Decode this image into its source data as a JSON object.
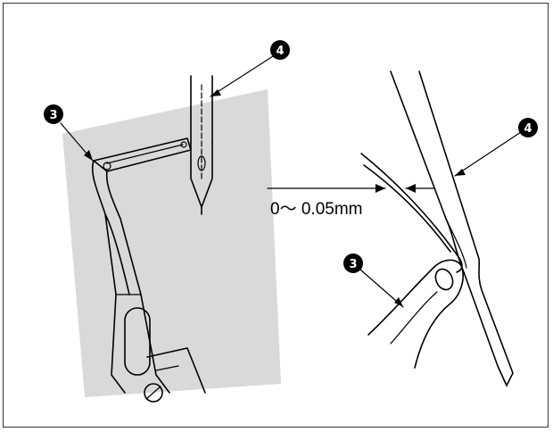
{
  "labels": {
    "hook_number": "3",
    "needle_number": "4",
    "clearance": "0〜 0.05mm"
  },
  "colors": {
    "line": "#000000",
    "shadow": "#d9d9d9",
    "background": "#ffffff"
  }
}
